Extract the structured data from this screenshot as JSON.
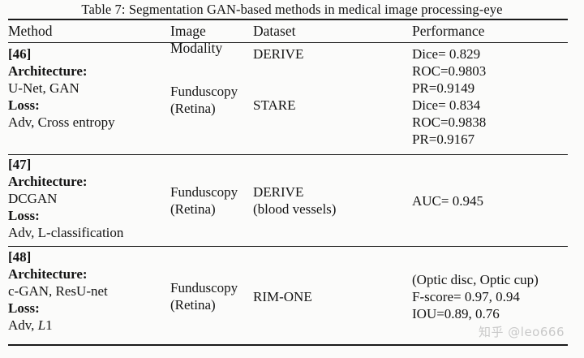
{
  "caption": "Table 7: Segmentation GAN-based methods in medical image processing-eye",
  "columns": [
    {
      "key": "method",
      "label": "Method"
    },
    {
      "key": "modality",
      "label": "Image Modality"
    },
    {
      "key": "dataset",
      "label": "Dataset"
    },
    {
      "key": "performance",
      "label": "Performance"
    }
  ],
  "rows": [
    {
      "ref": "[46]",
      "architecture_label": "Architecture:",
      "architecture_value": "U-Net, GAN",
      "loss_label": "Loss:",
      "loss_value": "Adv, Cross entropy",
      "loss_value_italic": "",
      "modality_line1": "Funduscopy",
      "modality_line2": "(Retina)",
      "dataset_line1": "DERIVE",
      "dataset_line2": "STARE",
      "performance": [
        "Dice= 0.829",
        "ROC=0.9803",
        "PR=0.9149",
        "Dice= 0.834",
        "ROC=0.9838",
        "PR=0.9167"
      ]
    },
    {
      "ref": "[47]",
      "architecture_label": "Architecture:",
      "architecture_value": "DCGAN",
      "loss_label": "Loss:",
      "loss_value": "Adv, L-classification",
      "loss_value_italic": "",
      "modality_line1": "Funduscopy",
      "modality_line2": "(Retina)",
      "dataset_line1": "DERIVE",
      "dataset_line2": "(blood vessels)",
      "performance": [
        "AUC= 0.945"
      ]
    },
    {
      "ref": "[48]",
      "architecture_label": "Architecture:",
      "architecture_value": "c-GAN, ResU-net",
      "loss_label": "Loss:",
      "loss_value": "Adv, ",
      "loss_value_italic": "L",
      "loss_value_tail": "1",
      "modality_line1": "Funduscopy",
      "modality_line2": "(Retina)",
      "dataset_line1": "RIM-ONE",
      "dataset_line2": "",
      "performance": [
        "(Optic disc, Optic cup)",
        "F-score= 0.97, 0.94",
        "IOU=0.89, 0.76"
      ]
    }
  ],
  "watermark": "知乎 @leo666"
}
